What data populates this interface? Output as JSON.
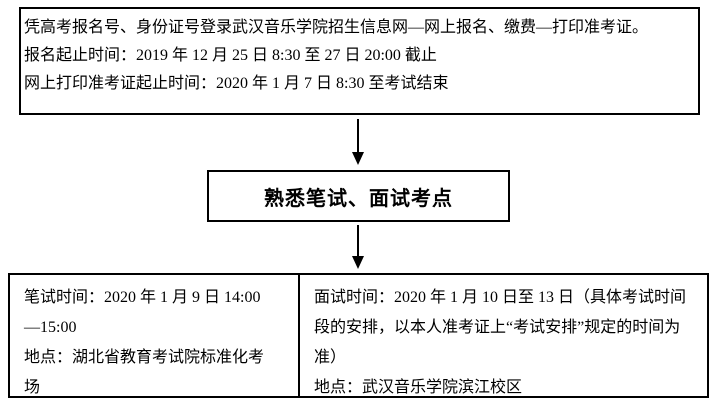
{
  "flowchart": {
    "step1_registration": {
      "lines": [
        "凭高考报名号、身份证号登录武汉音乐学院招生信息网—网上报名、缴费—打印准考证。",
        "报名起止时间：2019 年 12 月 25 日 8:30 至 27 日 20:00 截止",
        "网上打印准考证起止时间：2020 年 1 月 7 日 8:30 至考试结束"
      ]
    },
    "step2_familiarize": {
      "label": "熟悉笔试、面试考点"
    },
    "step3_exams": {
      "written_exam": {
        "time_line": "笔试时间：2020 年 1 月 9 日 14:00—15:00",
        "location_line": "地点：湖北省教育考试院标准化考场"
      },
      "interview": {
        "time_line": "面试时间：2020 年 1 月 10 日至 13 日（具体考试时间段的安排，以本人准考证上“考试安排”规定的时间为准）",
        "location_line": "地点：武汉音乐学院滨江校区"
      }
    }
  },
  "colors": {
    "border": "#000000",
    "text": "#000000",
    "background": "#ffffff"
  }
}
